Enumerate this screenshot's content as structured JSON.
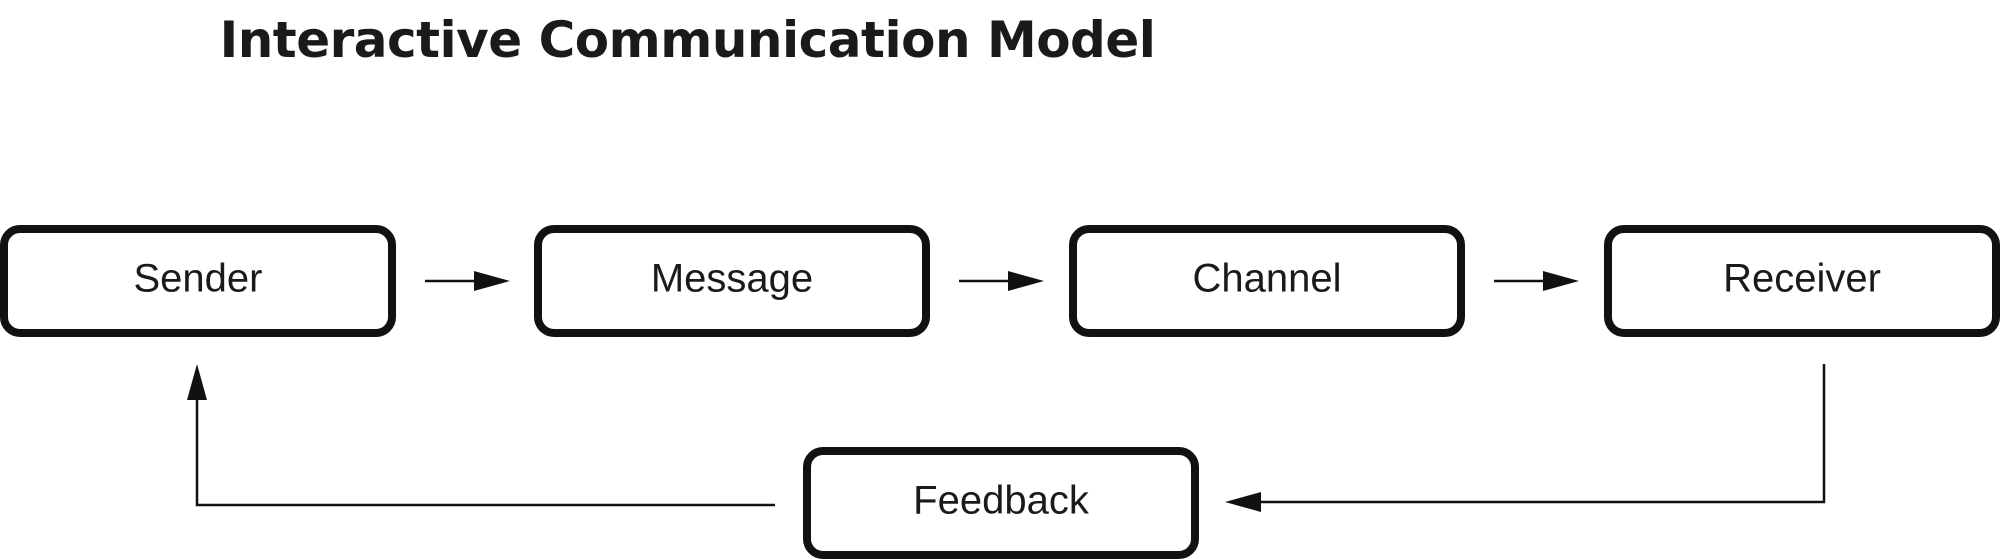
{
  "title": "Interactive Communication Model",
  "nodes": {
    "sender": "Sender",
    "message": "Message",
    "channel": "Channel",
    "receiver": "Receiver",
    "feedback": "Feedback"
  },
  "colors": {
    "stroke": "#111111",
    "text": "#1a1a1a",
    "background": "#ffffff"
  }
}
